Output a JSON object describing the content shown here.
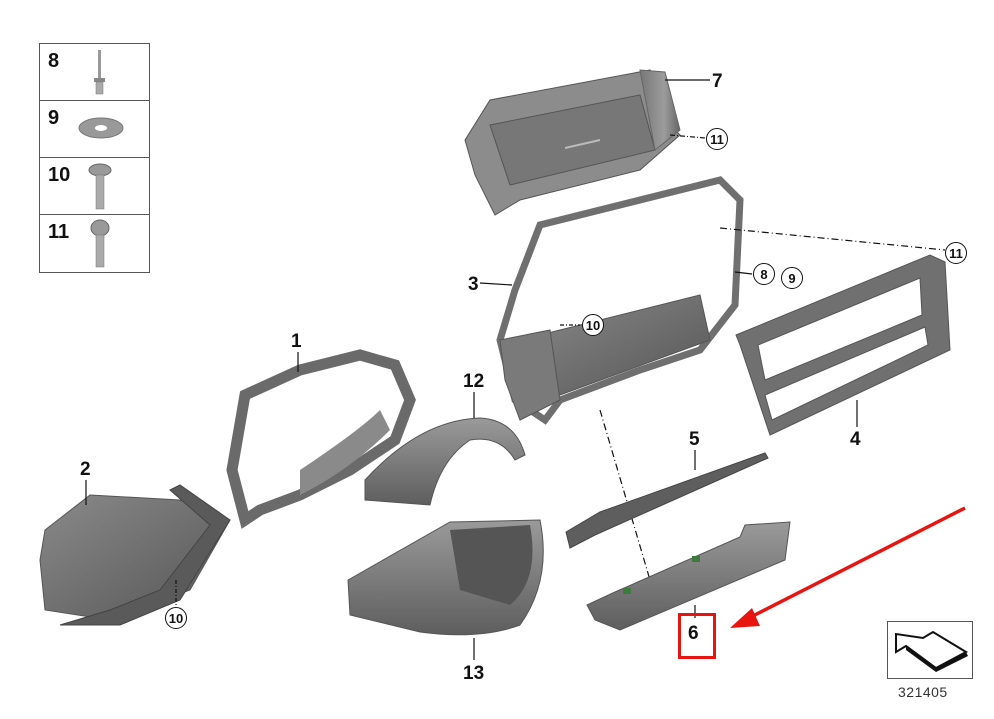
{
  "diagram": {
    "type": "exploded-parts-diagram",
    "reference_number": "321405",
    "highlighted_part": "6",
    "highlight_color": "#e8140f",
    "part_color": "#6f6f6f"
  },
  "legend": {
    "items": [
      {
        "number": "8",
        "icon": "rivet-pin-icon"
      },
      {
        "number": "9",
        "icon": "washer-icon"
      },
      {
        "number": "10",
        "icon": "flange-screw-icon"
      },
      {
        "number": "11",
        "icon": "button-head-bolt-icon"
      }
    ]
  },
  "callouts": {
    "p1": "1",
    "p2": "2",
    "p3": "3",
    "p4": "4",
    "p5": "5",
    "p6": "6",
    "p7": "7",
    "p12": "12",
    "p13": "13",
    "c8": "8",
    "c9": "9",
    "c10a": "10",
    "c10b": "10",
    "c11a": "11",
    "c11b": "11"
  }
}
